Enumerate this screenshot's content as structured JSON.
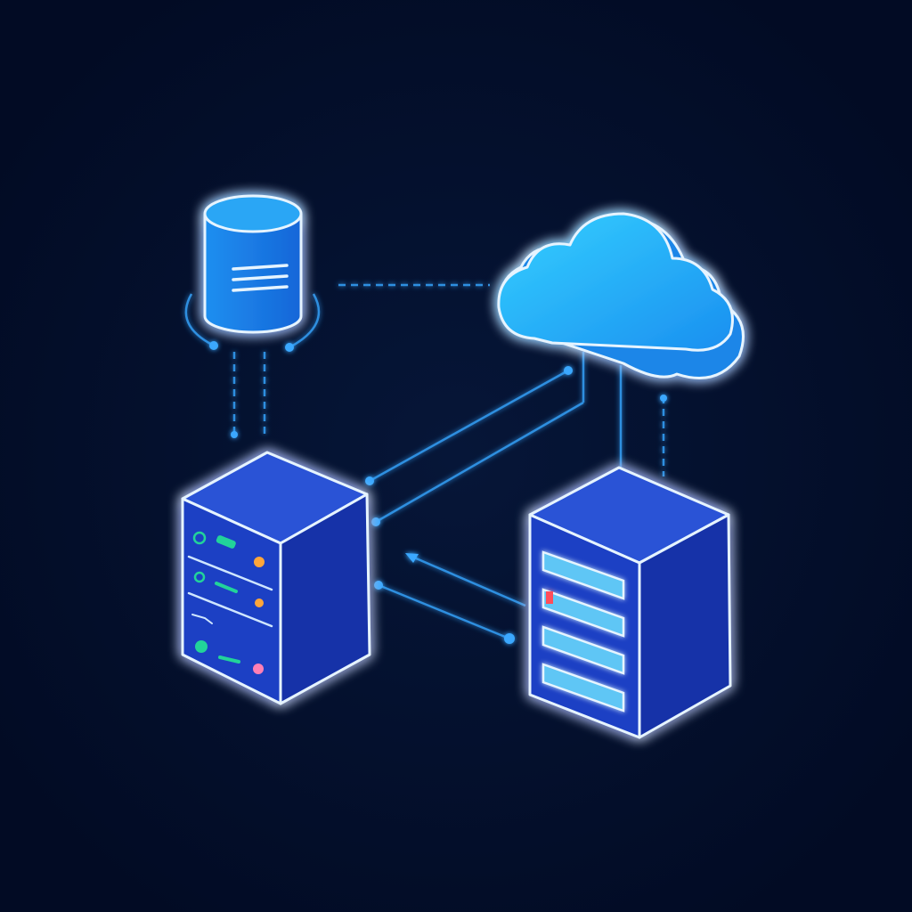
{
  "diagram": {
    "nodes": [
      {
        "id": "database",
        "icon": "database-icon"
      },
      {
        "id": "cloud",
        "icon": "cloud-icon"
      },
      {
        "id": "server-left",
        "icon": "server-icon"
      },
      {
        "id": "server-right",
        "icon": "server-icon"
      }
    ],
    "edges": [
      {
        "from": "database",
        "to": "cloud",
        "style": "dashed"
      },
      {
        "from": "database",
        "to": "server-left",
        "style": "dashed"
      },
      {
        "from": "server-left",
        "to": "cloud",
        "style": "arrow"
      },
      {
        "from": "cloud",
        "to": "server-left",
        "style": "arrow"
      },
      {
        "from": "server-right",
        "to": "server-left",
        "style": "arrow"
      },
      {
        "from": "server-left",
        "to": "server-right",
        "style": "arrow"
      },
      {
        "from": "cloud",
        "to": "server-right",
        "style": "line"
      }
    ]
  },
  "colors": {
    "background": "#020b24",
    "glow": "#3aa8ff",
    "outline": "#e6f4ff",
    "server_fill": "#1d3fc4",
    "cloud_fill": "#27b4f5",
    "connector": "#2f8fe0",
    "status_green": "#22d39a",
    "status_orange": "#ffa63a",
    "status_red": "#ff4d5a",
    "status_pink": "#ff7fb5"
  }
}
